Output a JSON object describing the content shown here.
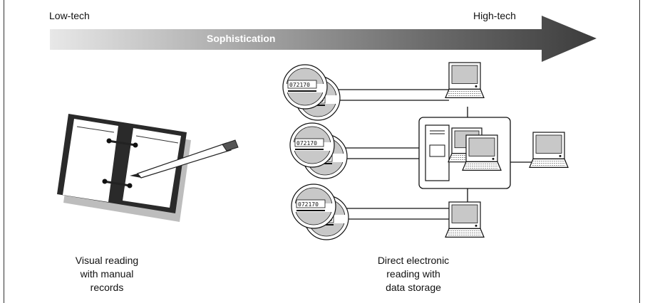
{
  "scale": {
    "low_label": "Low-tech",
    "high_label": "High-tech",
    "arrow_label": "Sophistication"
  },
  "captions": {
    "left": [
      "Visual reading",
      "with manual",
      "records"
    ],
    "right": [
      "Direct electronic",
      "reading with",
      "data storage"
    ]
  },
  "meters": [
    {
      "reading": "072170",
      "sub": "0"
    },
    {
      "reading": "072170",
      "sub": "0"
    },
    {
      "reading": "072170",
      "sub": "0"
    }
  ]
}
